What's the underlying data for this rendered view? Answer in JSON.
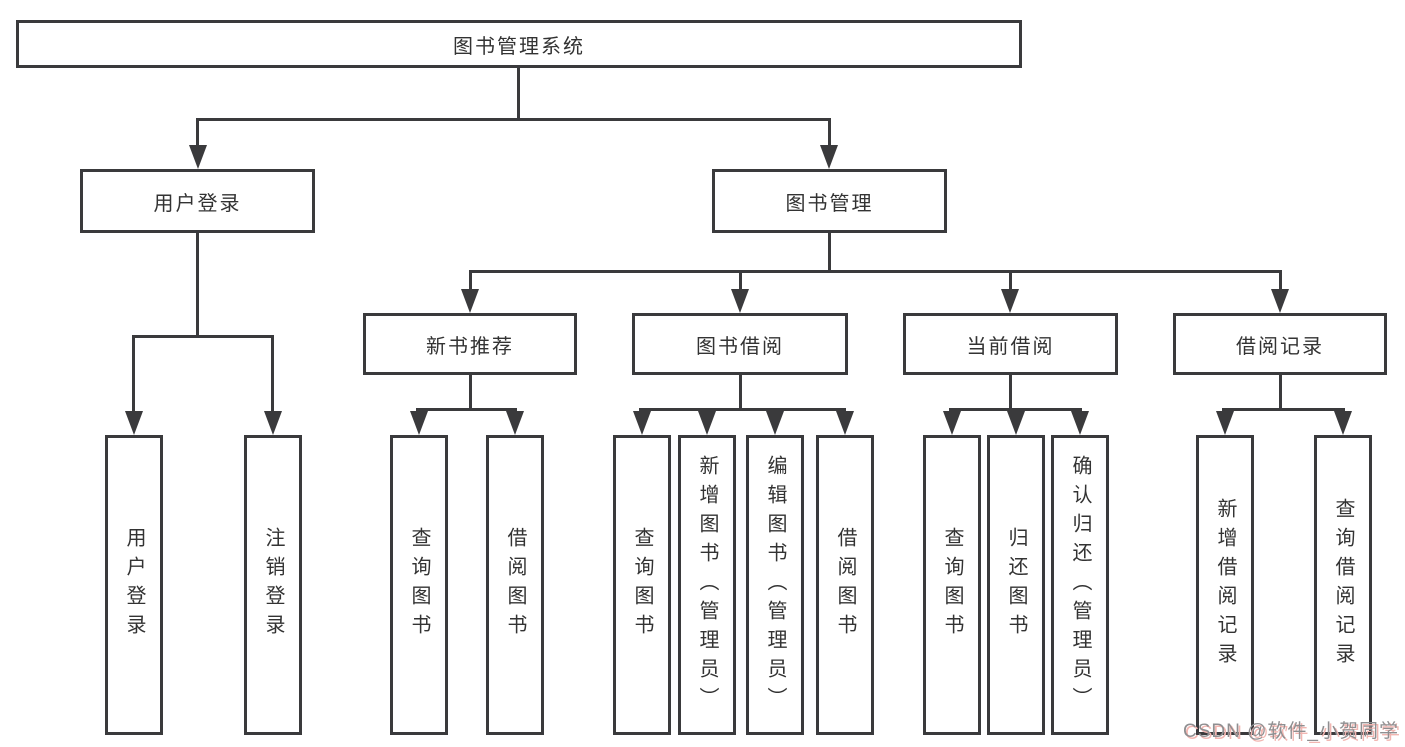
{
  "diagram": {
    "root": {
      "label": "图书管理系统"
    },
    "level2": [
      {
        "id": "user-login",
        "label": "用户登录"
      },
      {
        "id": "book-management",
        "label": "图书管理"
      }
    ],
    "level3": [
      {
        "id": "new-book-recommend",
        "label": "新书推荐",
        "parent": "图书管理"
      },
      {
        "id": "book-borrow",
        "label": "图书借阅",
        "parent": "图书管理"
      },
      {
        "id": "current-borrow",
        "label": "当前借阅",
        "parent": "图书管理"
      },
      {
        "id": "borrow-records",
        "label": "借阅记录",
        "parent": "图书管理"
      }
    ],
    "leaves": [
      {
        "label": "用户登录",
        "parent": "用户登录"
      },
      {
        "label": "注销登录",
        "parent": "用户登录"
      },
      {
        "label": "查询图书",
        "parent": "新书推荐"
      },
      {
        "label": "借阅图书",
        "parent": "新书推荐"
      },
      {
        "label": "查询图书",
        "parent": "图书借阅"
      },
      {
        "label": "新增图书（管理员）",
        "parent": "图书借阅"
      },
      {
        "label": "编辑图书（管理员）",
        "parent": "图书借阅"
      },
      {
        "label": "借阅图书",
        "parent": "图书借阅"
      },
      {
        "label": "查询图书",
        "parent": "当前借阅"
      },
      {
        "label": "归还图书",
        "parent": "当前借阅"
      },
      {
        "label": "确认归还（管理员）",
        "parent": "当前借阅"
      },
      {
        "label": "新增借阅记录",
        "parent": "借阅记录"
      },
      {
        "label": "查询借阅记录",
        "parent": "借阅记录"
      }
    ],
    "colors": {
      "line": "#3a3a3c",
      "text": "#333333",
      "background": "#ffffff",
      "watermark_gray": "#8f8f91",
      "watermark_pink": "#f2b6b1"
    }
  },
  "watermark": {
    "text": "CSDN @软件_小贺同学"
  }
}
